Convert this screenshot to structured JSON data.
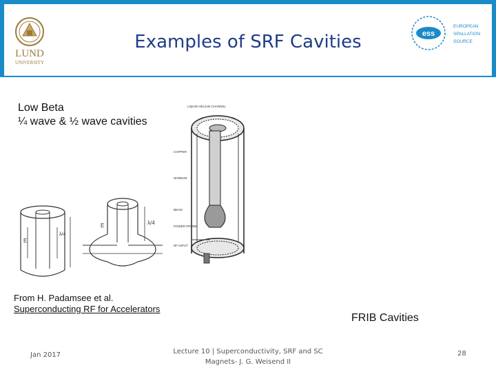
{
  "header": {
    "title": "Examples of SRF Cavities",
    "accent_color": "#1b8ac9",
    "title_color": "#1f3c88"
  },
  "logos": {
    "lund": {
      "line1": "LUND",
      "line2": "UNIVERSITY",
      "color": "#9b7a3b"
    },
    "ess": {
      "mark": "ess",
      "line1": "EUROPEAN",
      "line2": "SPALLATION",
      "line3": "SOURCE",
      "color": "#1b8ac9"
    }
  },
  "content": {
    "low_beta_title": "Low Beta",
    "low_beta_subtitle": "¼ wave & ½ wave cavities",
    "reference_line1": "From H. Padamsee et al.",
    "reference_line2": "Superconducting RF for Accelerators",
    "frib_caption": "FRIB Cavities"
  },
  "figures": {
    "simple_cavity": {
      "label_e": "E",
      "label_lambda": "λ/4"
    },
    "half_wave_cavity": {
      "label_e": "E",
      "label_lambda": "λ/4"
    },
    "frib_cutaway": {
      "labels": [
        "LIQUID HELIUM CHANNEL",
        "COPPER",
        "NIOBIUM",
        "BEAM",
        "POWER PROBE",
        "RF INPUT"
      ]
    }
  },
  "footer": {
    "date": "Jan 2017",
    "lecture_line1": "Lecture 10 | Superconductivity, SRF and SC",
    "lecture_line2": "Magnets- J. G. Weisend II",
    "page_number": "28"
  }
}
